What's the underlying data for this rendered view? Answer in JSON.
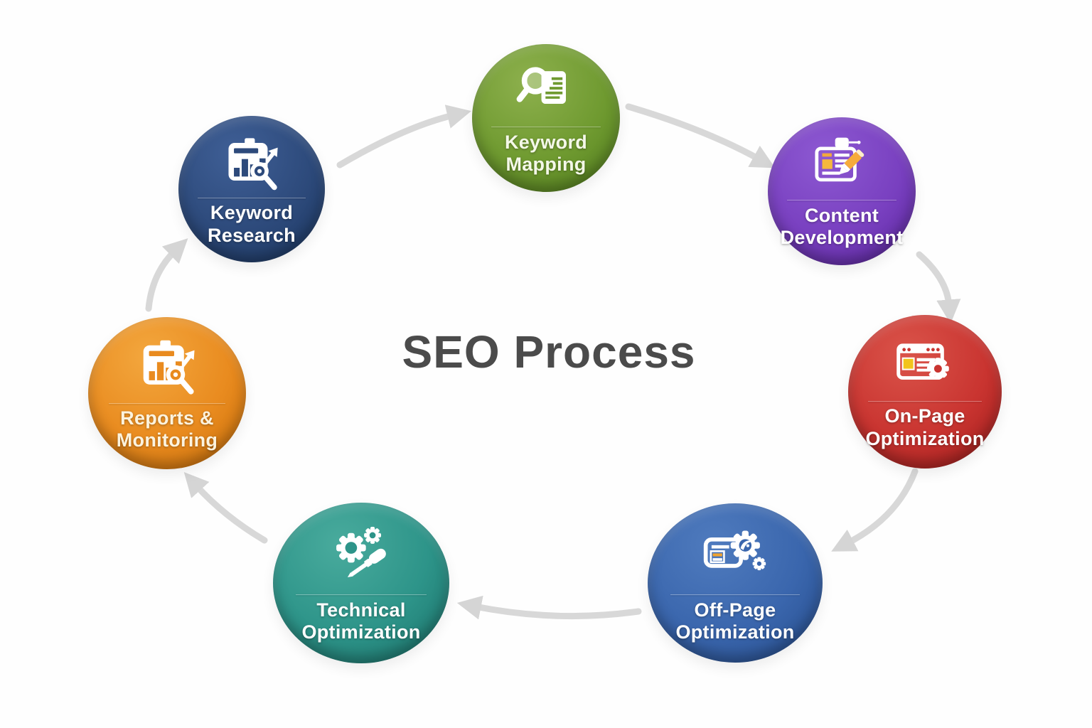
{
  "title": "SEO Process",
  "colors": {
    "title_text": "#4b4b4b",
    "arrow": "#d8d8d8",
    "background": "#fefefe",
    "label_text": "#ffffff",
    "accent_orange": "#f5a623",
    "accent_yellow": "#f2c41d"
  },
  "nodes": [
    {
      "id": "keyword-research",
      "lines": [
        "Keyword",
        "Research"
      ],
      "color": "#2d4a7b",
      "icon": "chart-magnifier-arrow-icon"
    },
    {
      "id": "keyword-mapping",
      "lines": [
        "Keyword",
        "Mapping"
      ],
      "color": "#6f9a30",
      "icon": "magnifier-document-icon"
    },
    {
      "id": "content-development",
      "lines": [
        "Content",
        "Development"
      ],
      "color": "#7940c0",
      "icon": "document-pencil-icon"
    },
    {
      "id": "on-page-optimization",
      "lines": [
        "On-Page",
        "Optimization"
      ],
      "color": "#c93430",
      "icon": "browser-gear-icon"
    },
    {
      "id": "off-page-optimization",
      "lines": [
        "Off-Page",
        "Optimization"
      ],
      "color": "#3a66ad",
      "icon": "card-gears-icon"
    },
    {
      "id": "technical-optimization",
      "lines": [
        "Technical",
        "Optimization"
      ],
      "color": "#2d9489",
      "icon": "gears-screwdriver-icon"
    },
    {
      "id": "reports-monitoring",
      "lines": [
        "Reports &",
        "Monitoring"
      ],
      "color": "#e98b1f",
      "icon": "chart-magnifier-arrow-icon"
    }
  ],
  "flow": [
    "keyword-research",
    "keyword-mapping",
    "content-development",
    "on-page-optimization",
    "off-page-optimization",
    "technical-optimization",
    "reports-monitoring"
  ]
}
